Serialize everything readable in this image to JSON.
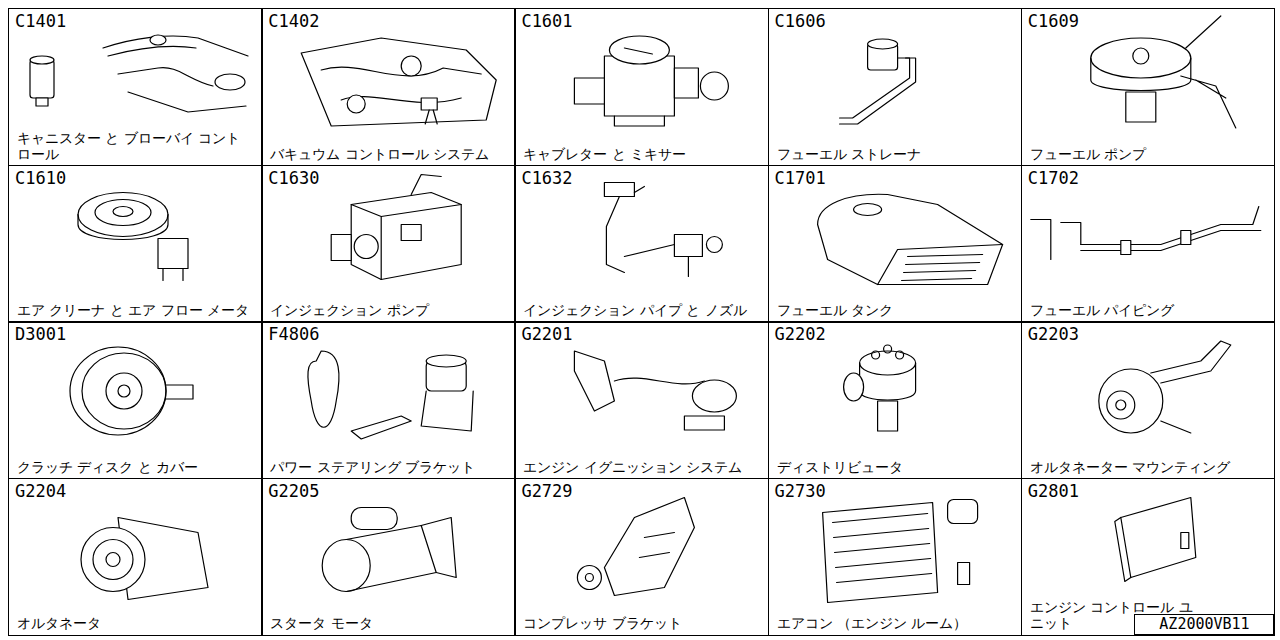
{
  "diagram": {
    "nodes": [
      {
        "text": [
          "C1401",
          "キャニスター と ブローバイ コントロール"
        ]
      },
      {
        "text": [
          "C1402",
          "バキュウム コントロール システム"
        ]
      },
      {
        "text": [
          "C1601",
          "キャブレター と ミキサー"
        ]
      },
      {
        "text": [
          "C1606",
          "フューエル ストレーナ"
        ]
      },
      {
        "text": [
          "C1609",
          "フューエル ポンプ"
        ]
      },
      {
        "text": [
          "C1610",
          "エア クリーナ と エア フロー メータ"
        ]
      },
      {
        "text": [
          "C1630",
          "インジェクション ポンプ"
        ]
      },
      {
        "text": [
          "C1632",
          "インジェクション パイプ と ノズル"
        ]
      },
      {
        "text": [
          "C1701",
          "フューエル タンク"
        ]
      },
      {
        "text": [
          "C1702",
          "フューエル パイピング"
        ]
      },
      {
        "text": [
          "D3001",
          "クラッチ ディスク と カバー"
        ]
      },
      {
        "text": [
          "F4806",
          "パワー ステアリング ブラケット"
        ]
      },
      {
        "text": [
          "G2201",
          "エンジン イグニッション システム"
        ]
      },
      {
        "text": [
          "G2202",
          "ディストリビュータ"
        ]
      },
      {
        "text": [
          "G2203",
          "オルタネーター マウンティング"
        ]
      },
      {
        "text": [
          "G2204",
          "オルタネータ"
        ]
      },
      {
        "text": [
          "G2205",
          "スタータ モータ"
        ]
      },
      {
        "text": [
          "G2729",
          "コンプレッサ ブラケット"
        ]
      },
      {
        "text": [
          "G2730",
          "エアコン （エンジン ルーム）"
        ]
      },
      {
        "text": [
          "G2801",
          "エンジン コントロール ユニット"
        ]
      },
      {
        "text": [
          "AZ2000VB11"
        ],
        "in": 19
      }
    ]
  }
}
